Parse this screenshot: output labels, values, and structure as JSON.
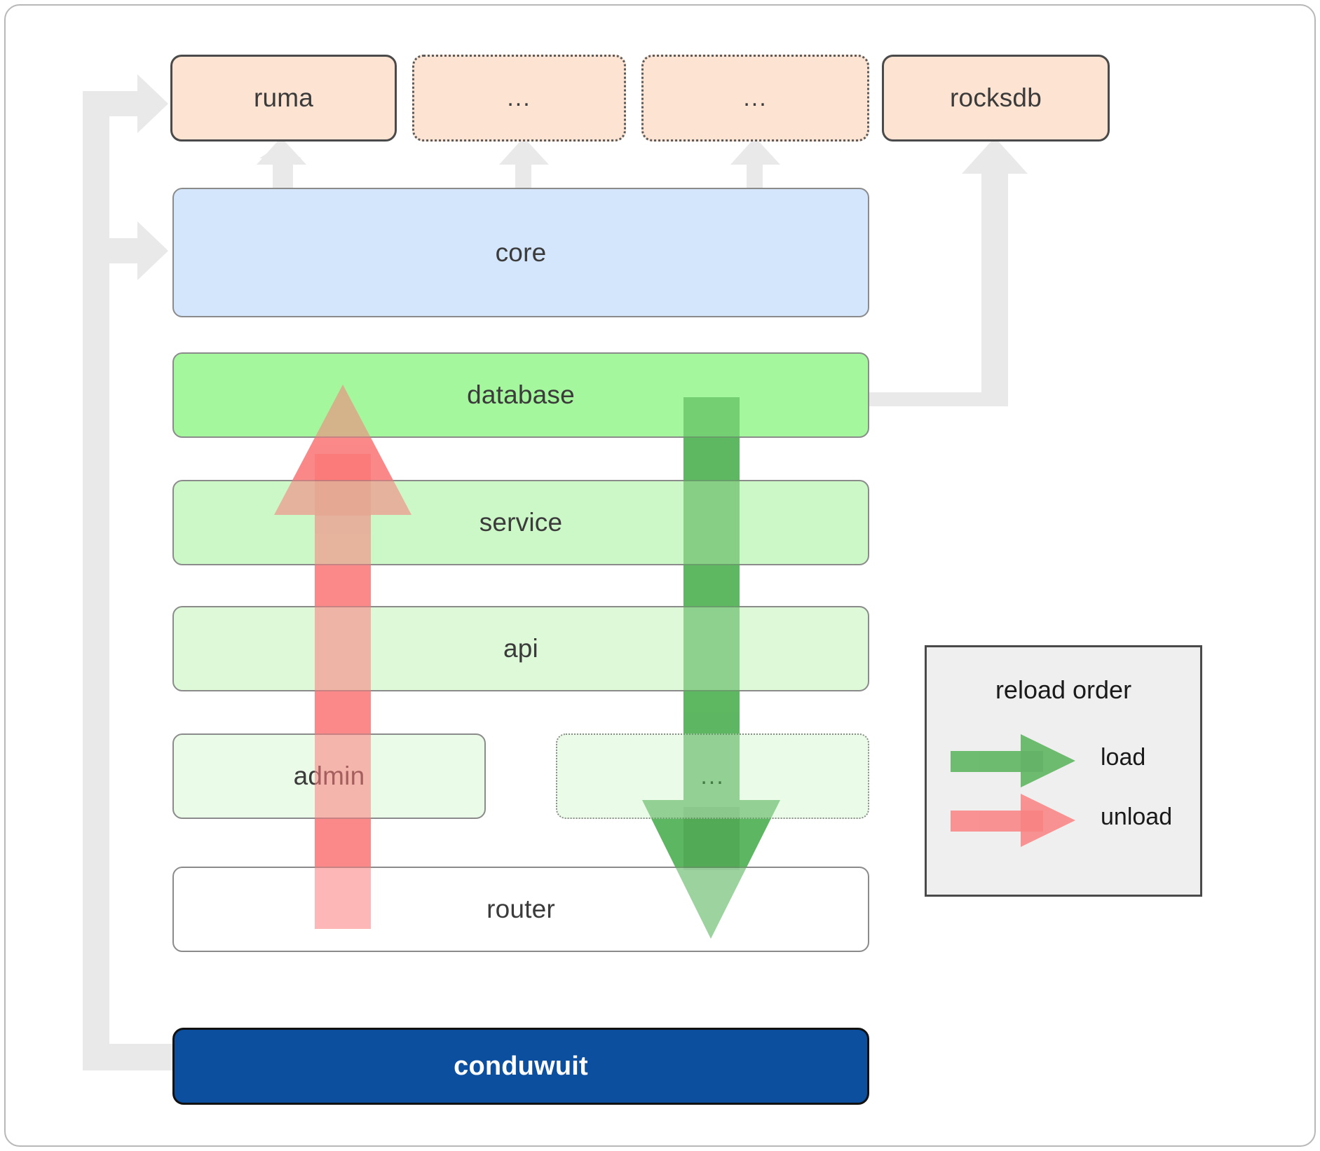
{
  "diagram": {
    "title": "conduwuit crate dependency and reload order diagram",
    "colors": {
      "dependency_fill": "#fde3d2",
      "core_fill": "#d4e6fb",
      "database_fill": "#a4f79c",
      "service_fill": "#ccf7c6",
      "api_fill": "#ddf9d8",
      "admin_fill": "#eafce7",
      "router_fill": "#ffffff",
      "app_fill": "#0b4f9e",
      "load_arrow": "#4caf50",
      "unload_arrow": "#fb7c7c",
      "connector_gray": "#e8e8e8",
      "legend_bg": "#efefef"
    },
    "dependencies": [
      {
        "id": "ruma",
        "label": "ruma",
        "style": "solid"
      },
      {
        "id": "dep2",
        "label": "...",
        "style": "dotted"
      },
      {
        "id": "dep3",
        "label": "...",
        "style": "dotted"
      },
      {
        "id": "rocksdb",
        "label": "rocksdb",
        "style": "solid"
      }
    ],
    "core": {
      "id": "core",
      "label": "core"
    },
    "layers": [
      {
        "id": "database",
        "label": "database",
        "style": "solid"
      },
      {
        "id": "service",
        "label": "service",
        "style": "solid"
      },
      {
        "id": "api",
        "label": "api",
        "style": "solid"
      }
    ],
    "admin_row": [
      {
        "id": "admin",
        "label": "admin",
        "style": "solid"
      },
      {
        "id": "admin-extra",
        "label": "...",
        "style": "dotted"
      }
    ],
    "router": {
      "id": "router",
      "label": "router",
      "style": "solid"
    },
    "app": {
      "id": "conduwuit",
      "label": "conduwuit"
    },
    "legend": {
      "title": "reload order",
      "entries": [
        {
          "id": "load",
          "label": "load",
          "color": "#4caf50"
        },
        {
          "id": "unload",
          "label": "unload",
          "color": "#fb7c7c"
        }
      ]
    }
  }
}
